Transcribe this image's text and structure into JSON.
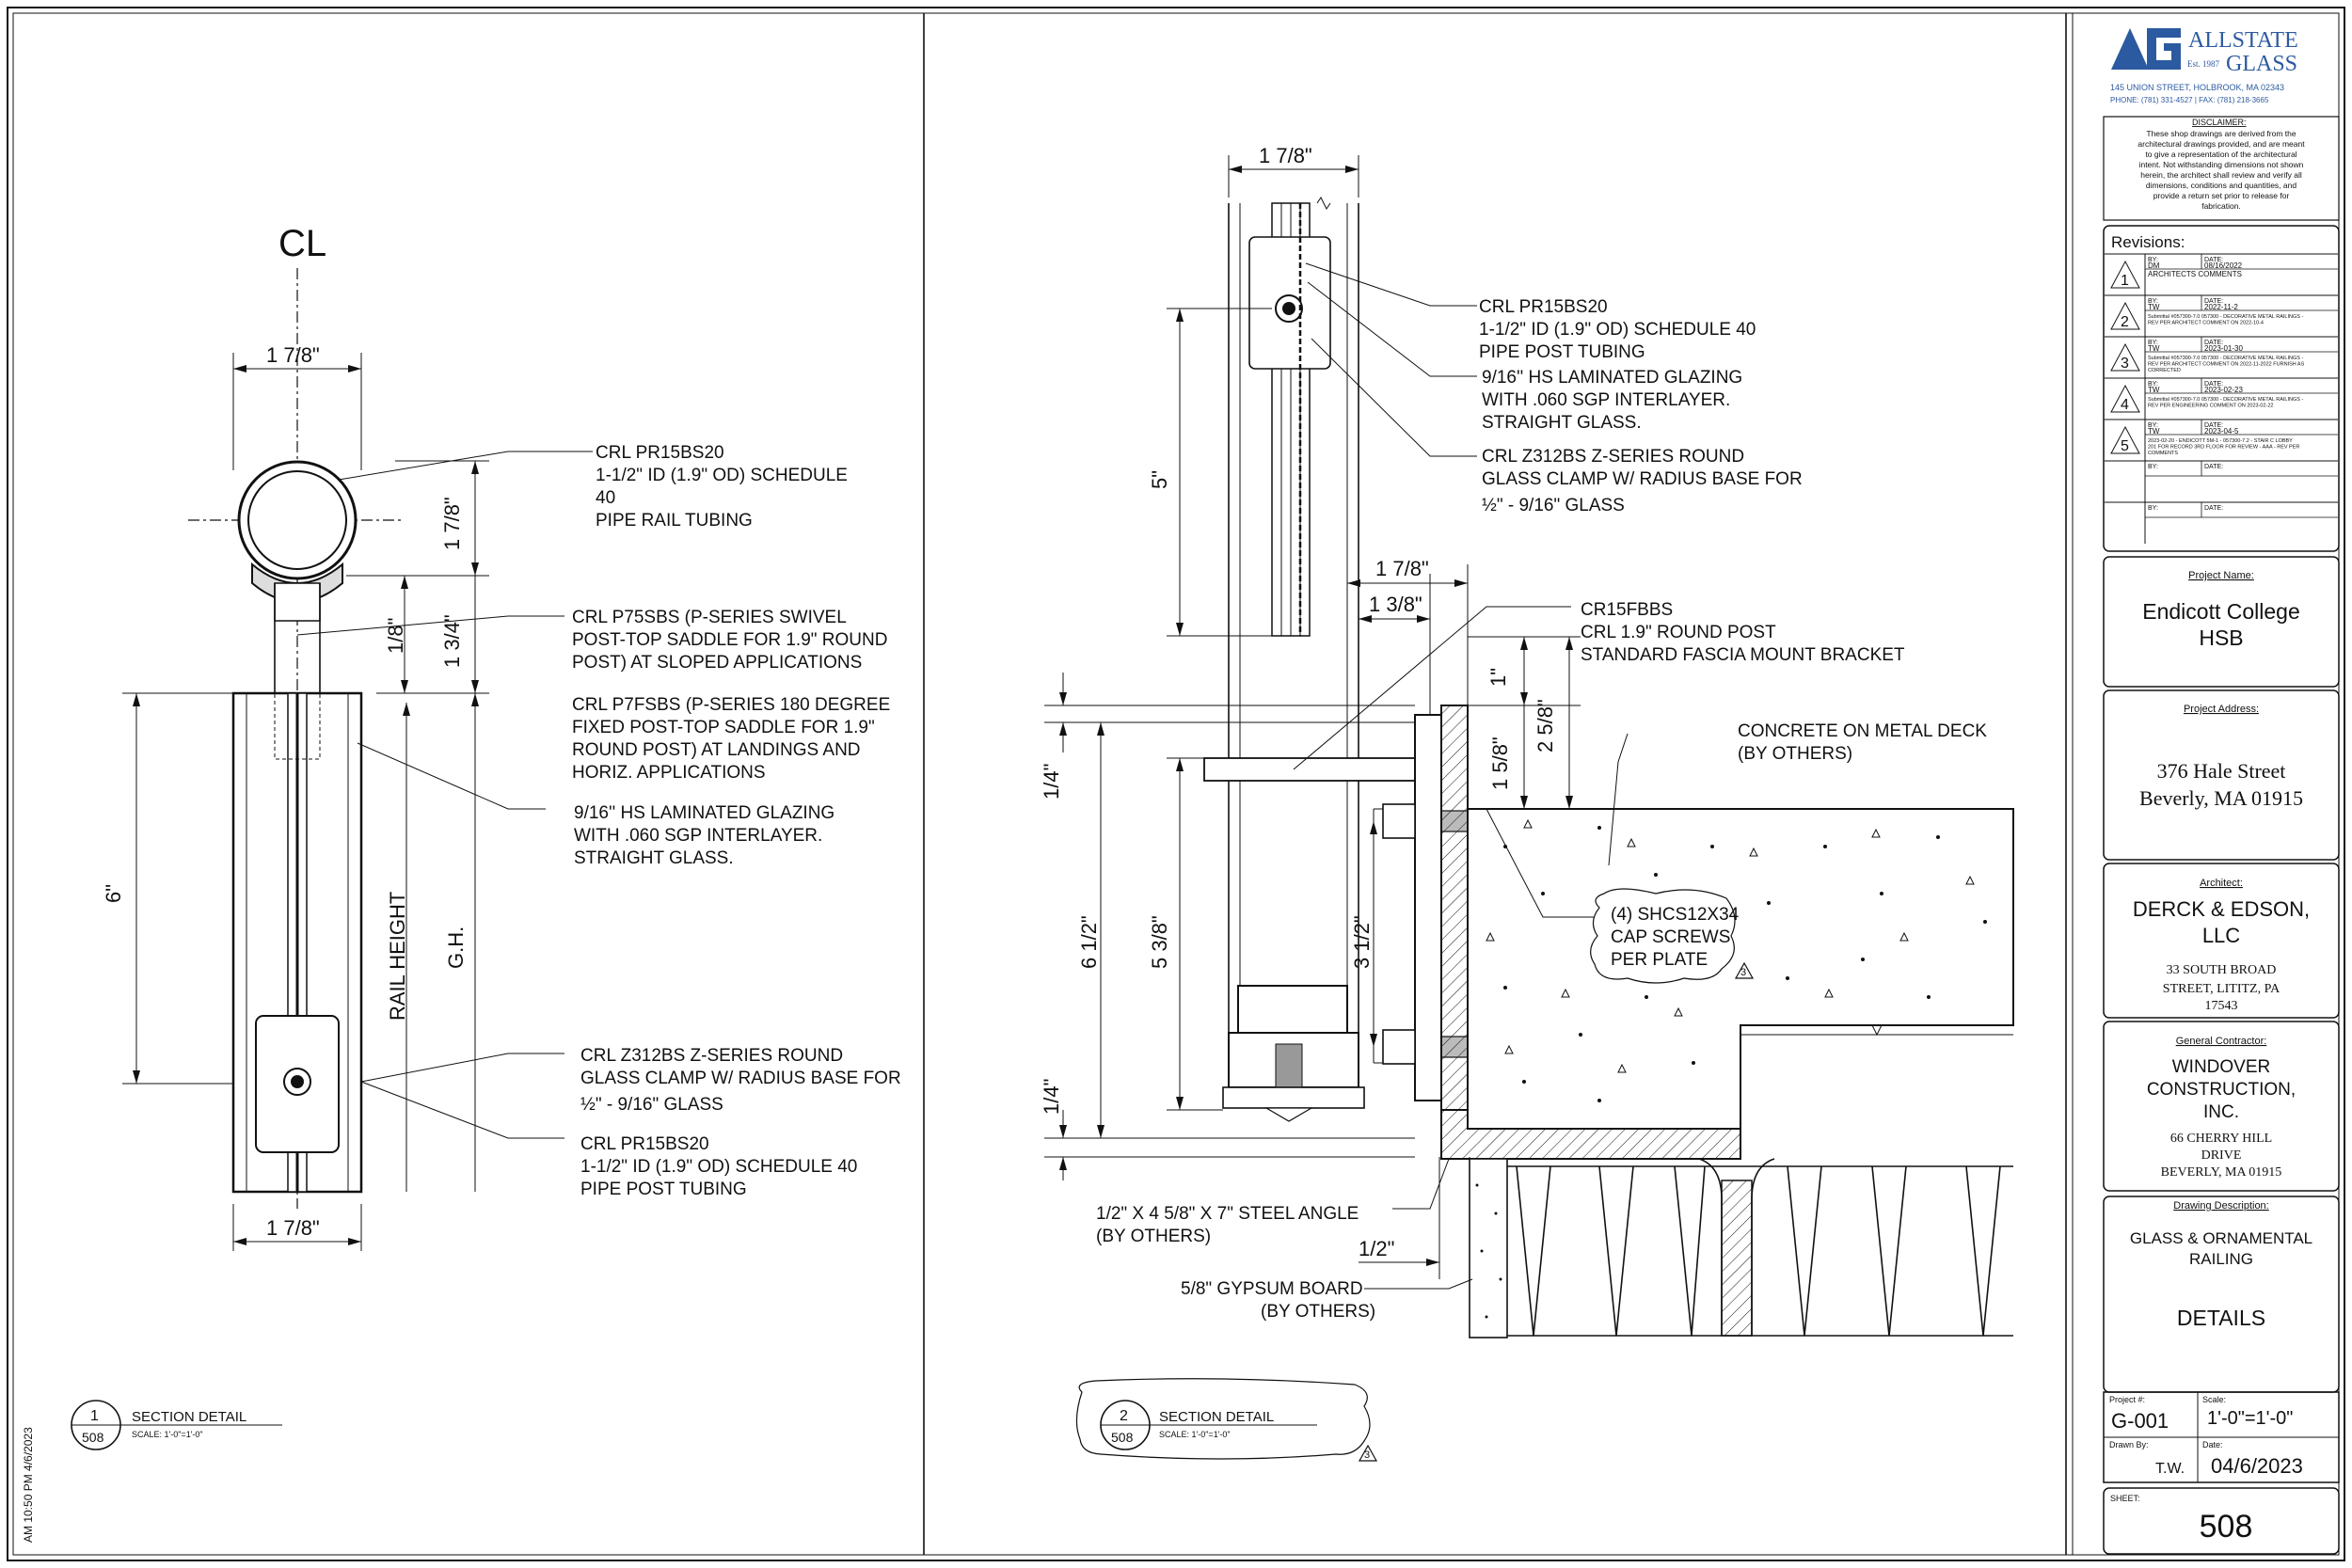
{
  "company": {
    "name_line1": "ALLSTATE",
    "name_line2": "GLASS",
    "est": "Est. 1987",
    "address": "145 UNION STREET, HOLBROOK, MA 02343",
    "phone": "PHONE: (781) 331-4527  |  FAX: (781) 218-3665"
  },
  "disclaimer": {
    "title": "DISCLAIMER:",
    "lines": [
      "These shop drawings are derived from the",
      "architectural drawings provided, and are meant",
      "to give a representation of the architectural",
      "intent. Not withstanding dimensions not shown",
      "herein, the architect shall review and verify all",
      "dimensions, conditions and quantities, and",
      "provide a return set prior to release for",
      "fabrication."
    ]
  },
  "revisions": {
    "title": "Revisions:",
    "rows": [
      {
        "num": "1",
        "by": "DM",
        "date": "08/16/2022",
        "note": "ARCHITECTS COMMENTS"
      },
      {
        "num": "2",
        "by": "TW",
        "date": "2022-11-2",
        "note": "Submittal #057300-7.0 057300 - DECORATIVE METAL RAILINGS - REV PER ARCHITECT COMMENT ON 2022-10-4"
      },
      {
        "num": "3",
        "by": "TW",
        "date": "2023-01-30",
        "note": "Submittal #057300-7.0 057300 - DECORATIVE METAL RAILINGS - REV PER ARCHITECT COMMENT ON 2022-11-2022 FURNISH AS CORRECTED"
      },
      {
        "num": "4",
        "by": "TW",
        "date": "2023-02-23",
        "note": "Submittal #057300-7.0 057300 - DECORATIVE METAL RAILINGS - REV PER ENGINEERING COMMENT ON 2023-02-22"
      },
      {
        "num": "5",
        "by": "TW",
        "date": "2023-04-5",
        "note": "2023-02-20 - ENDICOTT 5M-1 - 057300-7.2 - STAIR C LOBBY 201 FOR RECORD 3RD FLOOR FOR REVIEW - AAA - REV PER COMMENTS"
      },
      {
        "num": "",
        "by": "",
        "date": "",
        "note": ""
      },
      {
        "num": "",
        "by": "",
        "date": "",
        "note": ""
      }
    ],
    "by_label": "BY:",
    "date_label": "DATE:"
  },
  "project": {
    "name_label": "Project Name:",
    "name_line1": "Endicott College",
    "name_line2": "HSB",
    "address_label": "Project Address:",
    "address_line1": "376 Hale Street",
    "address_line2": "Beverly, MA 01915"
  },
  "architect": {
    "label": "Architect:",
    "name_line1": "DERCK & EDSON,",
    "name_line2": "LLC",
    "addr_line1": "33 SOUTH BROAD",
    "addr_line2": "STREET, LITITZ, PA",
    "addr_line3": "17543"
  },
  "contractor": {
    "label": "General Contractor:",
    "name_line1": "WINDOVER",
    "name_line2": "CONSTRUCTION,",
    "name_line3": "INC.",
    "addr_line1": "66 CHERRY HILL",
    "addr_line2": "DRIVE",
    "addr_line3": "BEVERLY, MA 01915"
  },
  "drawing": {
    "desc_label": "Drawing Description:",
    "desc_line1": "GLASS & ORNAMENTAL",
    "desc_line2": "RAILING",
    "desc_line3": "DETAILS",
    "project_num_label": "Project #:",
    "project_num": "G-001",
    "scale_label": "Scale:",
    "scale": "1'-0\"=1'-0\"",
    "drawn_by_label": "Drawn By:",
    "drawn_by": "T.W.",
    "date_label": "Date:",
    "date": "04/6/2023",
    "sheet_label": "SHEET:",
    "sheet": "508"
  },
  "detail1": {
    "centerline": "CL",
    "dim_top_width": "1 7/8\"",
    "dim_rail_height": "1 7/8\"",
    "dim_1_8": "1/8\"",
    "dim_1_3_4": "1 3/4\"",
    "dim_6": "6\"",
    "dim_rail_height_label": "RAIL HEIGHT",
    "dim_gh": "G.H.",
    "dim_bottom_width": "1 7/8\"",
    "note1": [
      "CRL PR15BS20",
      "1-1/2\" ID (1.9\" OD) SCHEDULE",
      "40",
      "PIPE RAIL TUBING"
    ],
    "note2": [
      "CRL P75SBS (P-SERIES SWIVEL",
      "POST-TOP SADDLE FOR 1.9\" ROUND",
      "POST) AT SLOPED APPLICATIONS"
    ],
    "note3": [
      "CRL P7FSBS (P-SERIES 180 DEGREE",
      "FIXED POST-TOP SADDLE FOR 1.9\"",
      "ROUND POST)  AT LANDINGS AND",
      "HORIZ. APPLICATIONS"
    ],
    "note4": [
      "9/16'' HS  LAMINATED GLAZING",
      "WITH .060 SGP INTERLAYER.",
      "STRAIGHT GLASS."
    ],
    "note5": [
      "CRL Z312BS Z-SERIES ROUND",
      "GLASS CLAMP W/ RADIUS BASE FOR",
      "½\" - 9/16\" GLASS"
    ],
    "note6": [
      "CRL PR15BS20",
      "1-1/2\" ID (1.9\" OD) SCHEDULE 40",
      "PIPE POST TUBING"
    ],
    "tag_num": "1",
    "tag_sheet": "508",
    "title": "SECTION DETAIL",
    "scale": "SCALE: 1'-0\"=1'-0\""
  },
  "detail2": {
    "dim_top": "1 7/8\"",
    "dim_5": "5\"",
    "dim_1_7_8": "1 7/8\"",
    "dim_1_3_8": "1 3/8\"",
    "dim_1": "1\"",
    "dim_2_5_8": "2 5/8\"",
    "dim_1_5_8": "1 5/8\"",
    "dim_1_4_top": "1/4\"",
    "dim_6_1_2": "6 1/2\"",
    "dim_5_3_8": "5 3/8\"",
    "dim_3_1_2": "3 1/2\"",
    "dim_1_4_bot": "1/4\"",
    "dim_1_2": "1/2\"",
    "note1": [
      "CRL PR15BS20",
      "1-1/2\" ID (1.9\" OD) SCHEDULE 40",
      "PIPE POST TUBING"
    ],
    "note2": [
      "9/16'' HS  LAMINATED GLAZING",
      "WITH .060 SGP INTERLAYER.",
      "STRAIGHT GLASS."
    ],
    "note3": [
      "CRL Z312BS Z-SERIES ROUND",
      "GLASS CLAMP W/ RADIUS BASE FOR",
      "½\" - 9/16\" GLASS"
    ],
    "note4": [
      "CR15FBBS",
      "CRL 1.9\" ROUND POST",
      "STANDARD FASCIA MOUNT BRACKET"
    ],
    "note5": [
      "CONCRETE ON METAL DECK",
      "(BY OTHERS)"
    ],
    "note6": [
      "(4) SHCS12X34",
      "CAP SCREWS",
      "PER PLATE"
    ],
    "note7": [
      "1/2\" X 4 5/8\" X 7\" STEEL ANGLE",
      "(BY OTHERS)"
    ],
    "note8": [
      "5/8\" GYPSUM BOARD",
      "(BY OTHERS)"
    ],
    "rev_tag": "3",
    "tag_num": "2",
    "tag_sheet": "508",
    "title": "SECTION DETAIL",
    "scale": "SCALE: 1'-0\"=1'-0\""
  },
  "stamp_text": "AM 10:50 PM 4/6/2023"
}
